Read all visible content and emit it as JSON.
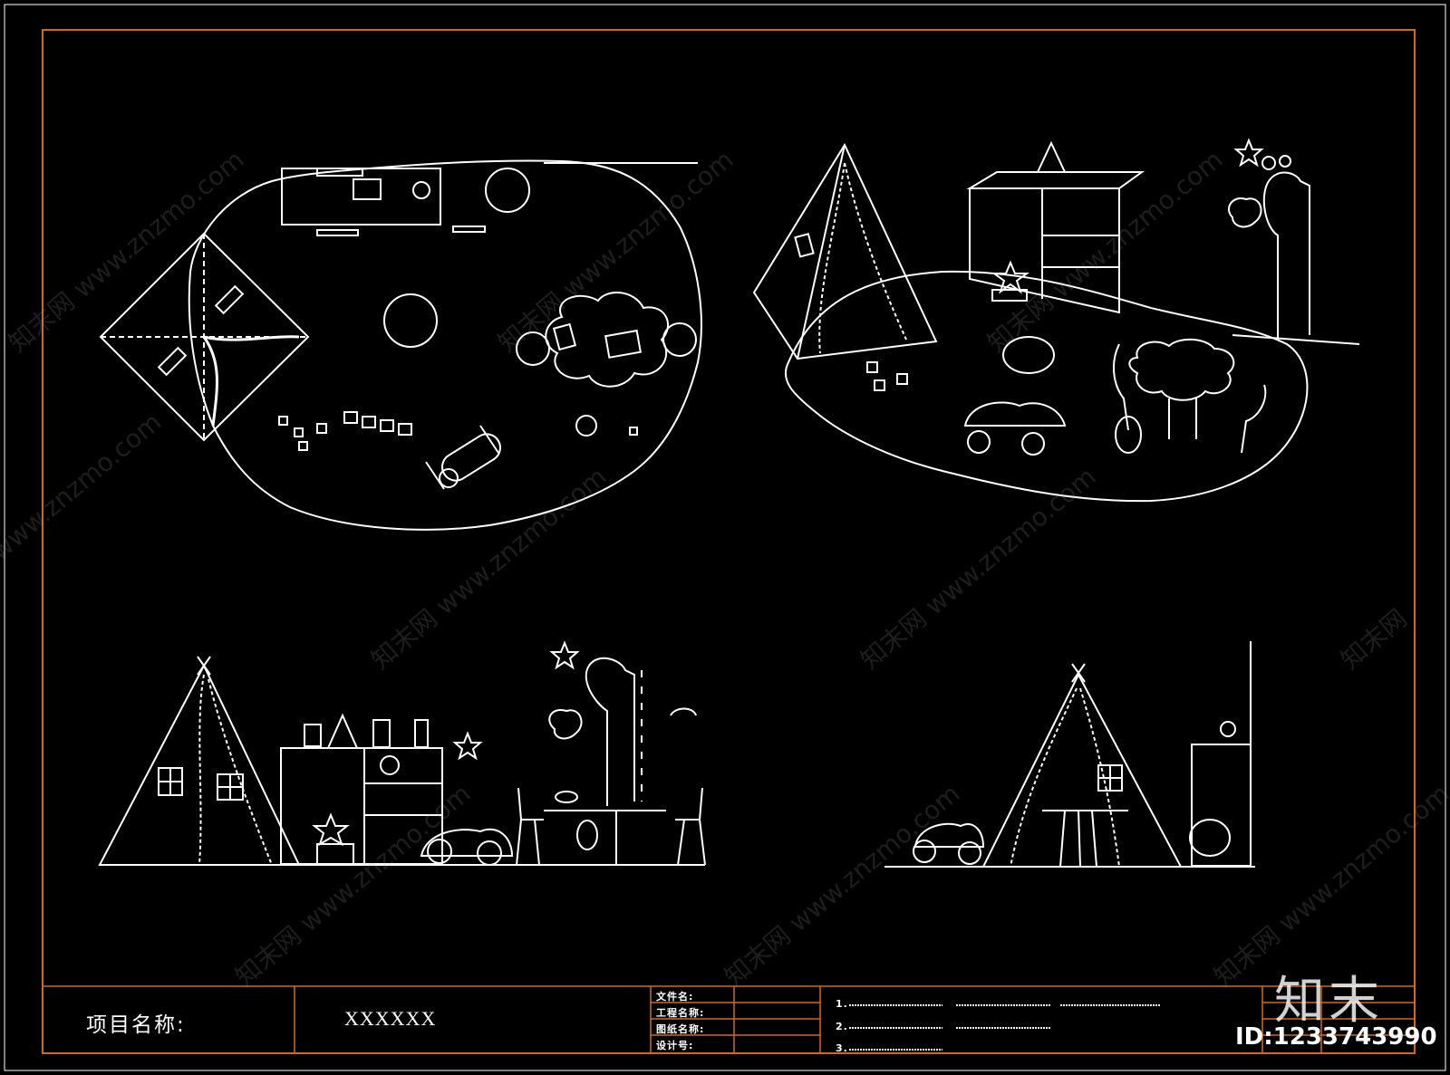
{
  "title_block": {
    "project_label": "项目名称:",
    "project_value": "XXXXXX",
    "file_name_label": "文件名:",
    "project_name_label": "工程名称:",
    "drawing_name_label": "图纸名称:",
    "designer_label": "设计号:",
    "notes_row_1": "1.",
    "notes_row_2": "2.",
    "notes_row_3": "3."
  },
  "watermark": {
    "logo": "知末",
    "id_text": "ID:1233743990",
    "site": "知末网 www.znzmo.com"
  },
  "colors": {
    "background": "#000000",
    "frame": "#d2691e",
    "linework": "#ffffff"
  },
  "views": [
    "plan-view",
    "perspective-view",
    "front-elevation",
    "side-elevation"
  ]
}
